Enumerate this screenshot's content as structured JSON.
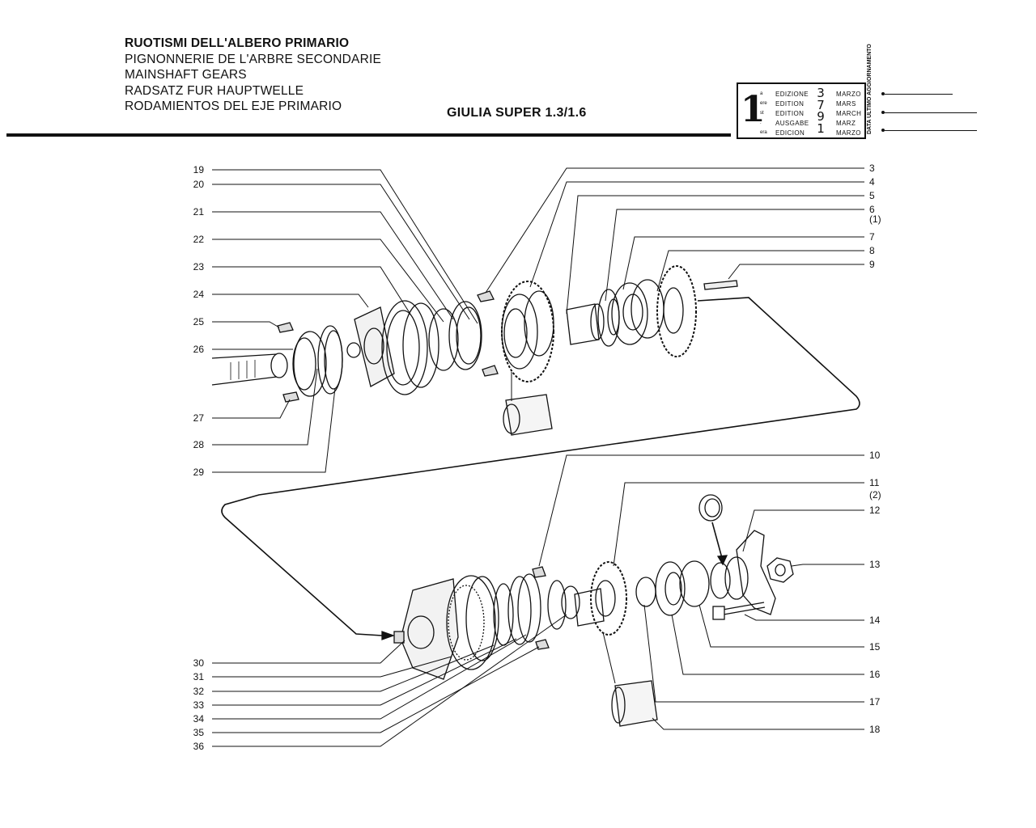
{
  "header": {
    "titles": [
      "RUOTISMI DELL'ALBERO PRIMARIO",
      "PIGNONNERIE DE L'ARBRE SECONDARIE",
      "MAINSHAFT GEARS",
      "RADSATZ FUR HAUPTWELLE",
      "RODAMIENTOS DEL EJE PRIMARIO"
    ],
    "model": "GIULIA SUPER 1.3/1.6"
  },
  "edition_box": {
    "number": "1",
    "superscripts": [
      "a",
      "ere",
      "st",
      ".",
      "era"
    ],
    "labels": [
      "EDIZIONE",
      "EDITION",
      "EDITION",
      "AUSGABE",
      "EDICION"
    ],
    "year_digits": [
      "3",
      "7",
      "9",
      "1"
    ],
    "months": [
      "MARZO",
      "MARS",
      "MARCH",
      "MARZ",
      "MARZO"
    ],
    "update_label": "DATA ULTIMO AGGIORNAMENTO"
  },
  "callouts": {
    "left": [
      {
        "n": "19"
      },
      {
        "n": "20"
      },
      {
        "n": "21"
      },
      {
        "n": "22"
      },
      {
        "n": "23"
      },
      {
        "n": "24"
      },
      {
        "n": "25"
      },
      {
        "n": "26"
      },
      {
        "n": "27"
      },
      {
        "n": "28"
      },
      {
        "n": "29"
      },
      {
        "n": "30"
      },
      {
        "n": "31"
      },
      {
        "n": "32"
      },
      {
        "n": "33"
      },
      {
        "n": "34"
      },
      {
        "n": "35"
      },
      {
        "n": "36"
      }
    ],
    "right": [
      {
        "n": "3"
      },
      {
        "n": "4"
      },
      {
        "n": "5"
      },
      {
        "n": "6"
      },
      {
        "n": "(1)"
      },
      {
        "n": "7"
      },
      {
        "n": "8"
      },
      {
        "n": "9"
      },
      {
        "n": "10"
      },
      {
        "n": "11"
      },
      {
        "n": "(2)"
      },
      {
        "n": "12"
      },
      {
        "n": "13"
      },
      {
        "n": "14"
      },
      {
        "n": "15"
      },
      {
        "n": "16"
      },
      {
        "n": "17"
      },
      {
        "n": "18"
      }
    ]
  }
}
